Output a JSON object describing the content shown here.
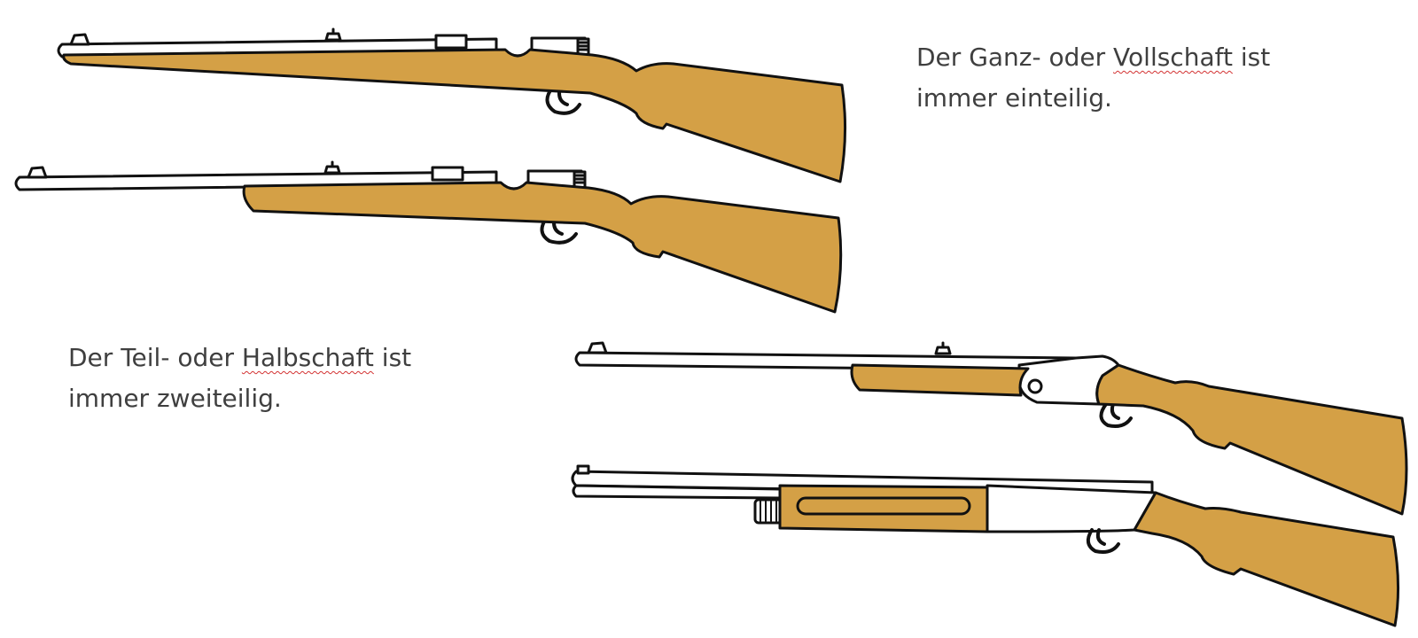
{
  "captions": {
    "full_stock": {
      "line1_before": "Der Ganz- oder ",
      "line1_marked": "Vollschaft",
      "line1_after": " ist",
      "line2": "immer einteilig."
    },
    "half_stock": {
      "line1_before": "Der Teil- oder ",
      "line1_marked": "Halbschaft",
      "line1_after": " ist",
      "line2": "immer zweiteilig."
    }
  },
  "colors": {
    "wood": "#D4A046",
    "outline": "#111111",
    "metal": "#ffffff",
    "text": "#3f3f3f",
    "spellcheck": "#d33232"
  }
}
